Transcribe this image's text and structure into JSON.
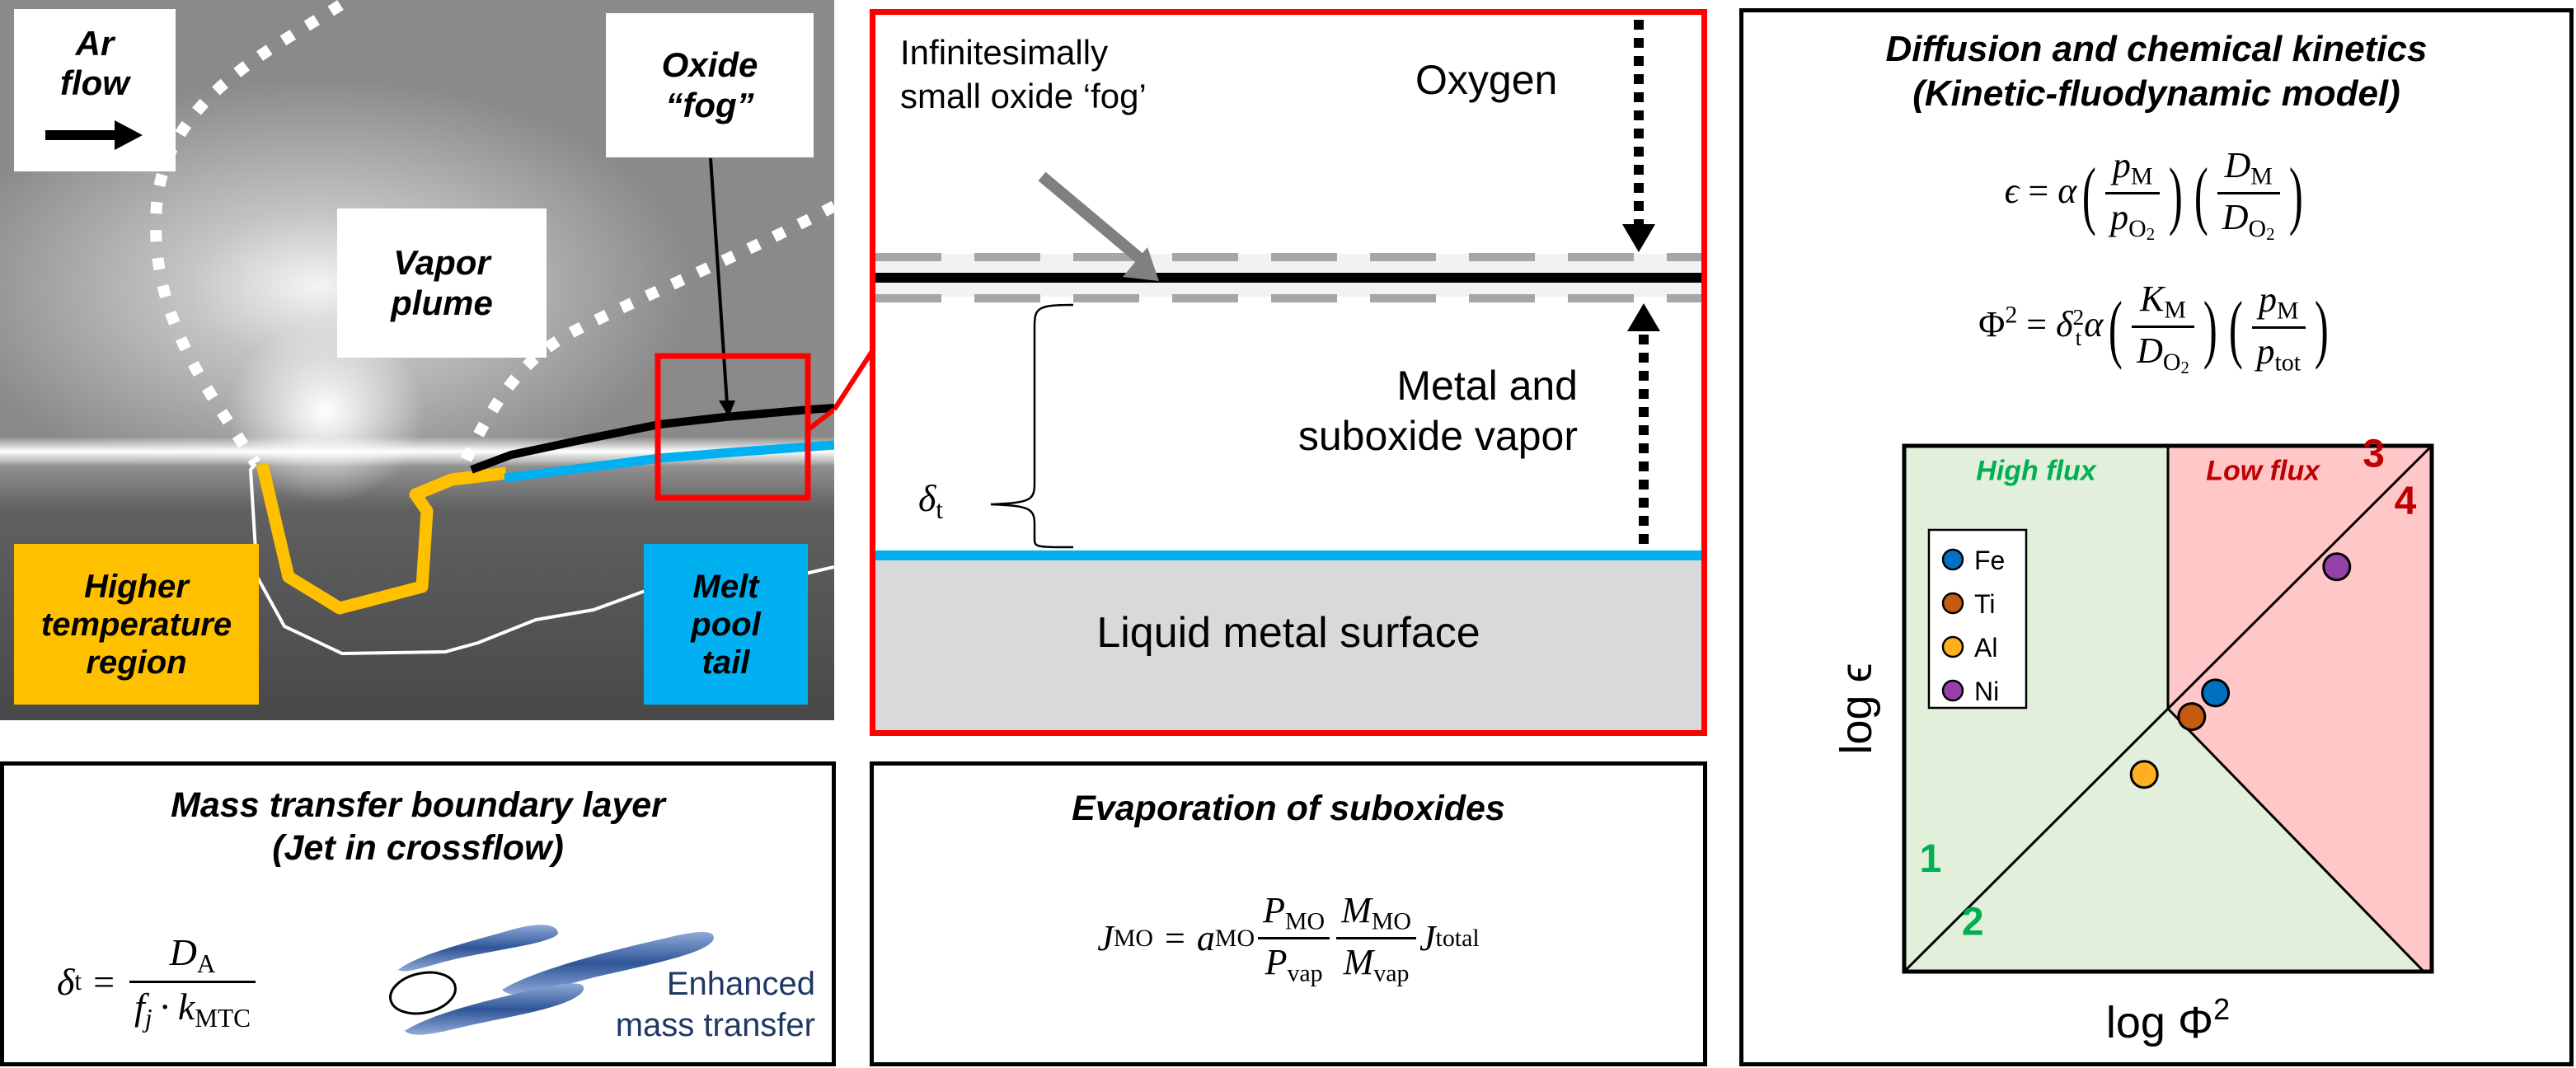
{
  "photo_panel": {
    "labels": {
      "ar_flow": [
        "Ar",
        "flow"
      ],
      "oxide_fog": [
        "Oxide",
        "“fog”"
      ],
      "vapor_plume": [
        "Vapor",
        "plume"
      ],
      "higher_temperature": [
        "Higher",
        "temperature",
        "region"
      ],
      "melt_pool_tail": [
        "Melt",
        "pool",
        "tail"
      ]
    },
    "colors": {
      "higher_temperature": "#FFC000",
      "melt_pool_tail": "#00B0F0",
      "oxide_line": "#000000",
      "zoom_box": "#FF0000"
    }
  },
  "boundary_panel": {
    "fog_label": [
      "Infinitesimally",
      "small oxide ‘fog’"
    ],
    "oxygen_label": "Oxygen",
    "vapor_label": [
      "Metal and",
      "suboxide vapor"
    ],
    "delta_symbol": "δ",
    "delta_sub": "t",
    "surface_label": "Liquid metal surface",
    "colors": {
      "border": "#FF0000",
      "surface": "#D9D9D9",
      "surface_line": "#00B0F0"
    }
  },
  "kinetics_panel": {
    "title": [
      "Diffusion and chemical kinetics",
      "(Kinetic-fluodynamic model)"
    ],
    "eq1": {
      "lhs": "ϵ",
      "alpha": "α",
      "p": "p",
      "M": "M",
      "O2_O": "O",
      "O2_2": "2",
      "D": "D"
    },
    "eq2": {
      "lhs": "Φ",
      "sup2": "2",
      "delta": "δ",
      "t": "t",
      "alpha": "α",
      "K": "K",
      "M": "M",
      "D": "D",
      "p": "p",
      "tot": "tot",
      "O": "O",
      "two": "2"
    },
    "equals": "="
  },
  "mass_transfer_panel": {
    "title": [
      "Mass transfer boundary layer",
      "(Jet in crossflow)"
    ],
    "eq": {
      "delta": "δ",
      "t": "t",
      "equals": "=",
      "D": "D",
      "A": "A",
      "f": "f",
      "j": "j",
      "dot": "·",
      "k": "k",
      "MTC": "MTC"
    },
    "enhanced_label": [
      "Enhanced",
      "mass transfer"
    ],
    "colors": {
      "streak": "#3F66B0",
      "text": "#1F3864"
    }
  },
  "evaporation_panel": {
    "title": "Evaporation of suboxides",
    "eq": {
      "J": "J",
      "MO": "MO",
      "equals": "=",
      "a": "a",
      "P": "P",
      "vap": "vap",
      "M": "M",
      "total": "total"
    }
  },
  "chart_data": {
    "type": "scatter",
    "title": "",
    "xlabel": "log Φ²",
    "xlabel_base": "log Φ",
    "xlabel_sup": "2",
    "ylabel": "log ϵ",
    "axis_ticks": "none",
    "grid": false,
    "x_range": [
      0,
      1
    ],
    "y_range": [
      0,
      1
    ],
    "regions": [
      {
        "name": "High flux",
        "color": "#E2EFDA",
        "label_color": "#00B050"
      },
      {
        "name": "Low flux",
        "color": "#FFC7C7",
        "label_color": "#C00000"
      }
    ],
    "region_labels": [
      {
        "text": "High flux",
        "region": "High flux"
      },
      {
        "text": "Low flux",
        "region": "Low flux"
      }
    ],
    "boundary_lines": [
      {
        "from": [
          0,
          0
        ],
        "to": [
          0.5,
          0.5
        ]
      },
      {
        "from": [
          0.5,
          0.5
        ],
        "to": [
          1,
          1
        ]
      },
      {
        "from": [
          0.5,
          0.5
        ],
        "to": [
          0.5,
          1
        ]
      },
      {
        "from": [
          0.5,
          0.5
        ],
        "to": [
          0.985,
          0
        ]
      }
    ],
    "regime_numbers": [
      {
        "text": "1",
        "x": 0.05,
        "y": 0.19,
        "color": "#00B050"
      },
      {
        "text": "2",
        "x": 0.13,
        "y": 0.07,
        "color": "#00B050"
      },
      {
        "text": "3",
        "x": 0.89,
        "y": 0.96,
        "color": "#C00000"
      },
      {
        "text": "4",
        "x": 0.95,
        "y": 0.87,
        "color": "#C00000"
      }
    ],
    "legend": {
      "position": "upper-left",
      "entries": [
        "Fe",
        "Ti",
        "Al",
        "Ni"
      ]
    },
    "series": [
      {
        "name": "Fe",
        "color": "#0070C0",
        "x": 0.59,
        "y": 0.53
      },
      {
        "name": "Ti",
        "color": "#C55A11",
        "x": 0.545,
        "y": 0.485
      },
      {
        "name": "Al",
        "color": "#FFB020",
        "x": 0.455,
        "y": 0.375
      },
      {
        "name": "Ni",
        "color": "#9440A8",
        "x": 0.82,
        "y": 0.77
      }
    ]
  }
}
